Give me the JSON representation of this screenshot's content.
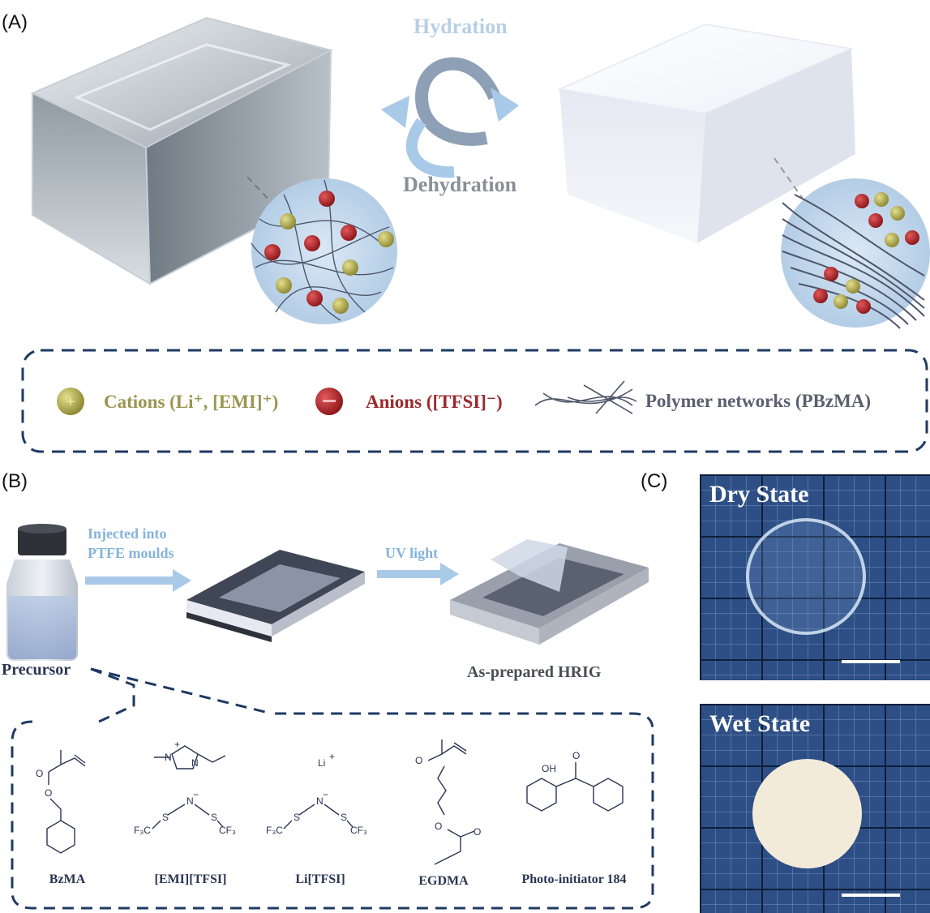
{
  "panels": {
    "a": "(A)",
    "b": "(B)",
    "c": "(C)"
  },
  "panel_a": {
    "hydration": "Hydration",
    "dehydration": "Dehydration",
    "legend": {
      "cation_label": "Cations (Li⁺, [EMI]⁺)",
      "anion_label": "Anions ([TFSI]⁻)",
      "polymer_label": "Polymer networks (PBzMA)"
    }
  },
  "panel_b": {
    "precursor": "Precursor",
    "step1_line1": "Injected into",
    "step1_line2": "PTFE moulds",
    "step2": "UV light",
    "result": "As-prepared HRIG",
    "chemicals": [
      "BzMA",
      "[EMI][TFSI]",
      "Li[TFSI]",
      "EGDMA",
      "Photo-initiator 184"
    ]
  },
  "panel_c": {
    "dry": "Dry State",
    "wet": "Wet State"
  },
  "colors": {
    "dashed_border": "#1f3a63",
    "cation": "#b5b04a",
    "anion": "#b6272b",
    "polymer": "#5d6475",
    "arrow_light": "#a9c9e8"
  }
}
